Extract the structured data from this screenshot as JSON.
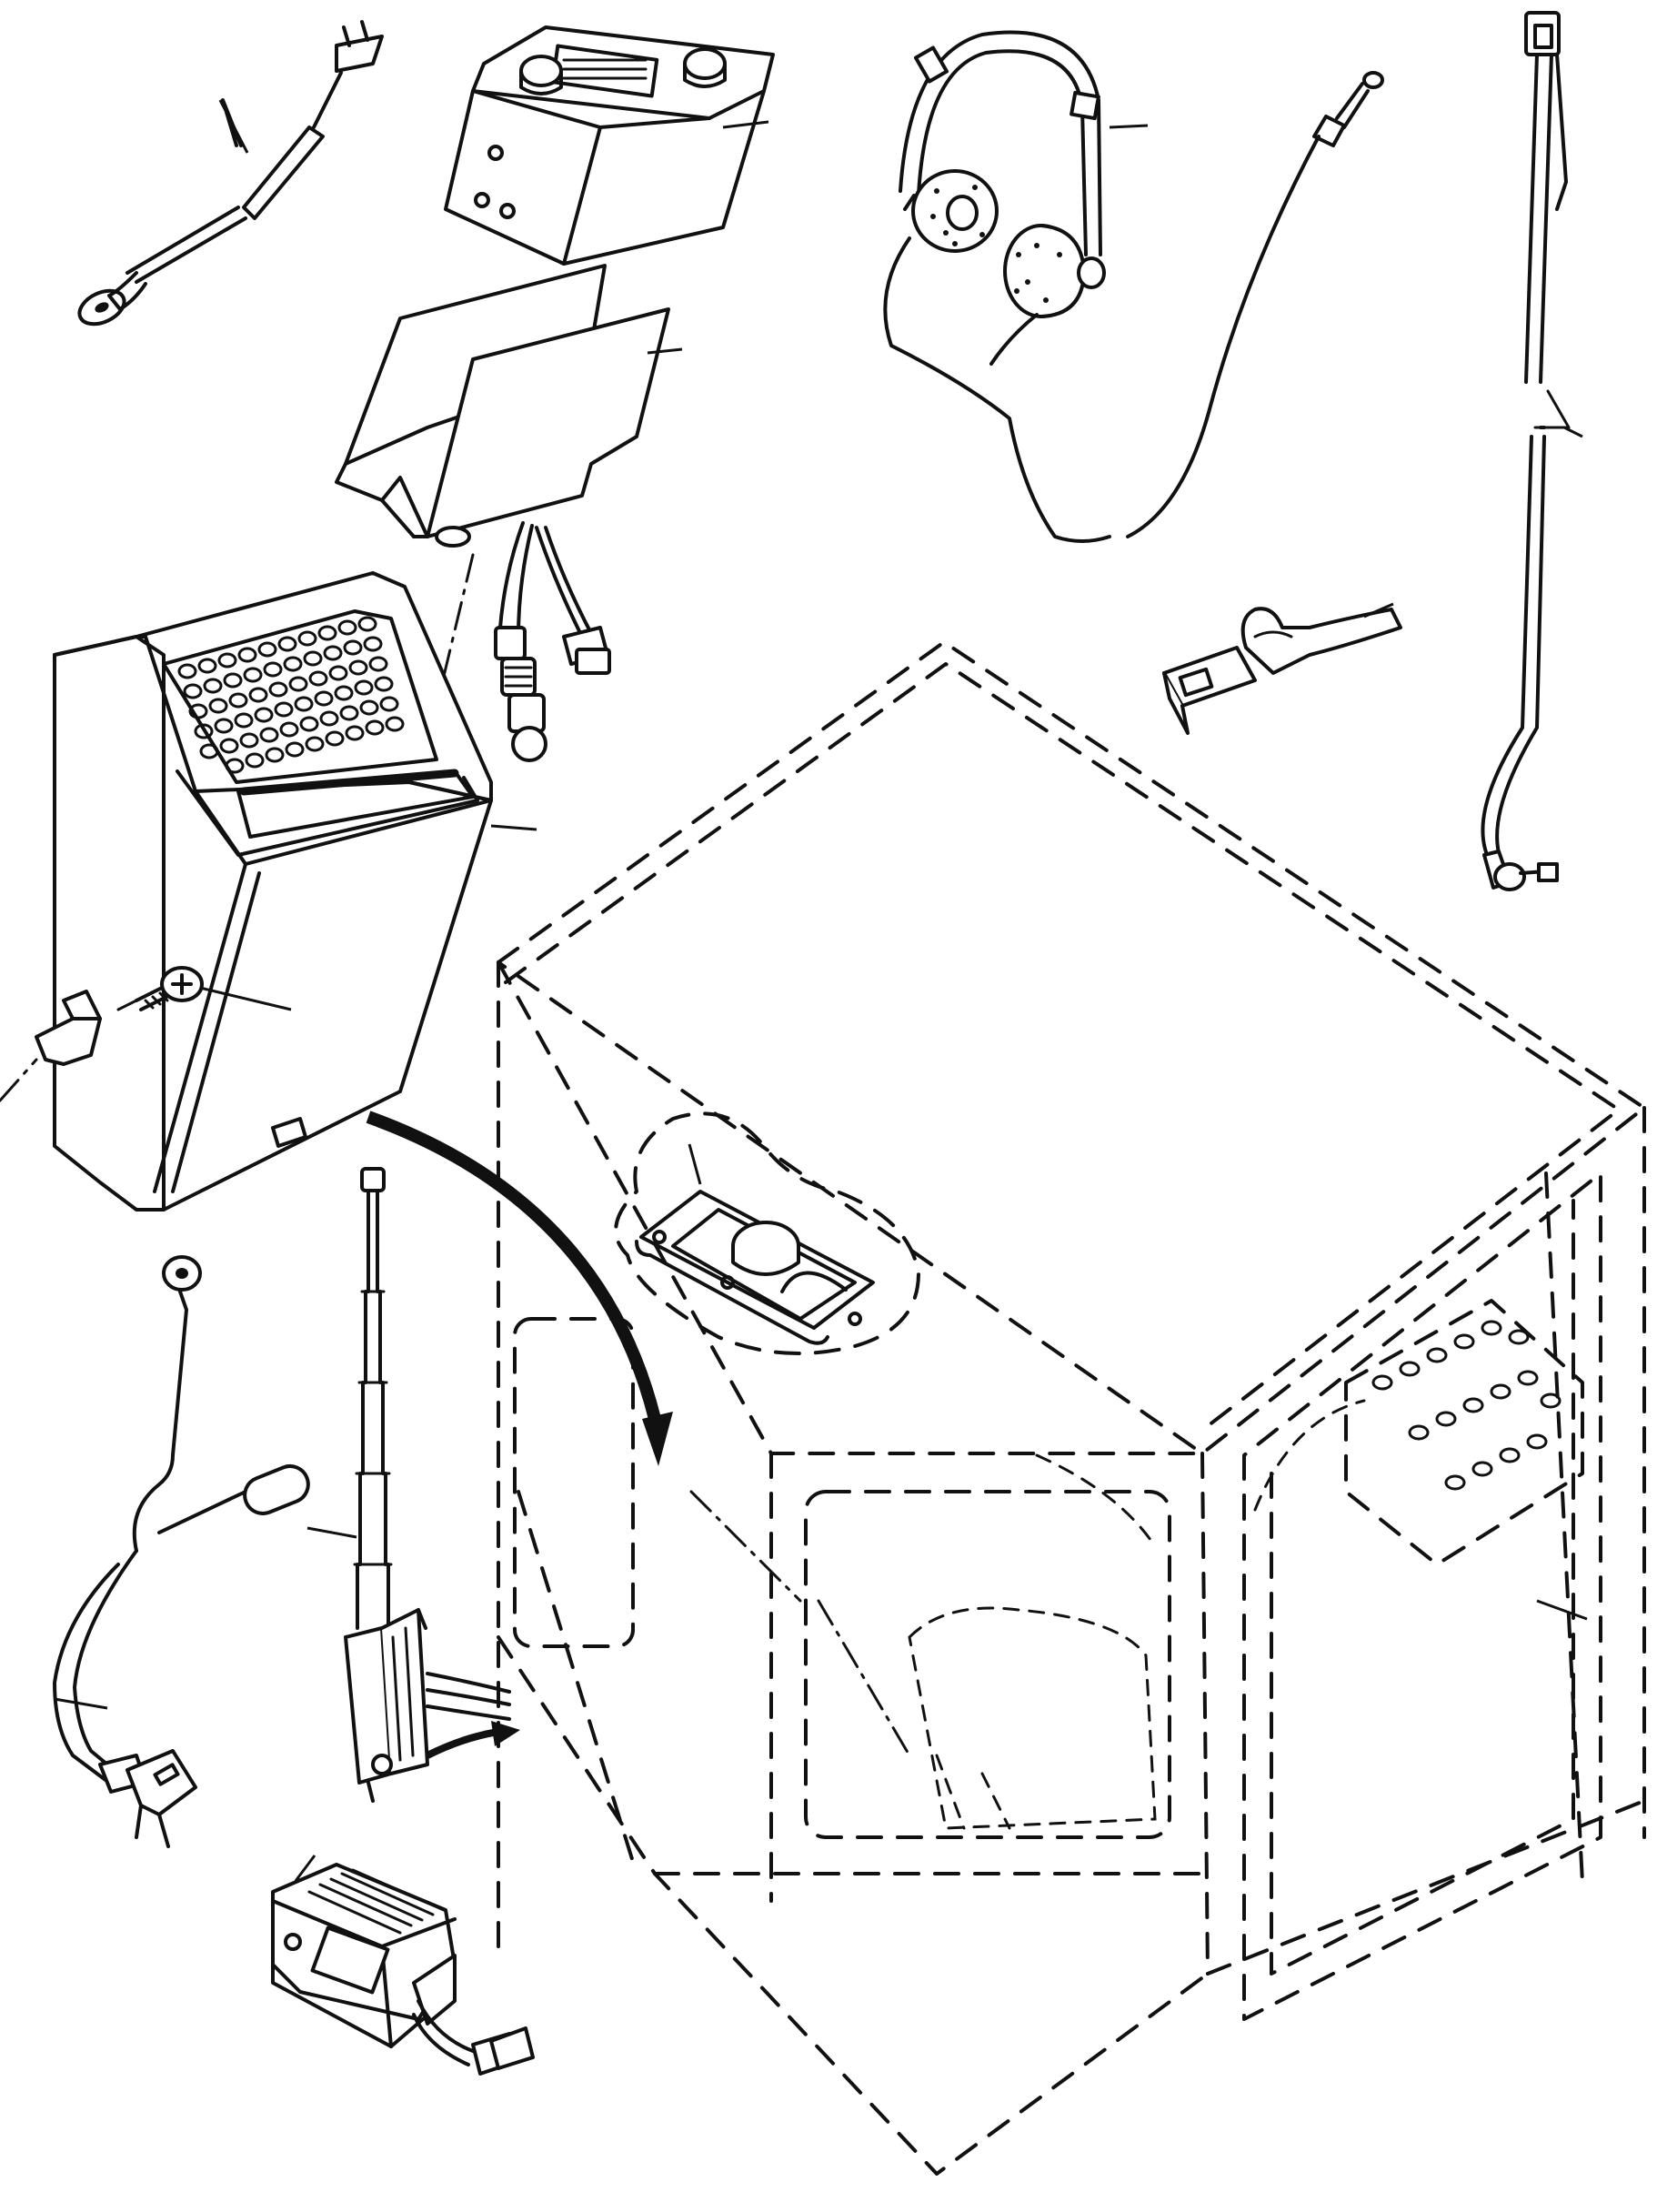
{
  "diagram": {
    "type": "exploded-parts-illustration",
    "colors": {
      "ink": "#111111",
      "paper": "#ffffff"
    },
    "labels": [],
    "parts": [
      {
        "name": "ground-strap-cable"
      },
      {
        "name": "radio-unit"
      },
      {
        "name": "mounting-bracket"
      },
      {
        "name": "headset"
      },
      {
        "name": "antenna-lead-cable"
      },
      {
        "name": "wire-connector"
      },
      {
        "name": "speaker-console-housing"
      },
      {
        "name": "mounting-screw"
      },
      {
        "name": "cab-speaker"
      },
      {
        "name": "telescopic-antenna"
      },
      {
        "name": "power-harness"
      },
      {
        "name": "voltage-regulator"
      },
      {
        "name": "operator-cab-outline"
      }
    ]
  }
}
